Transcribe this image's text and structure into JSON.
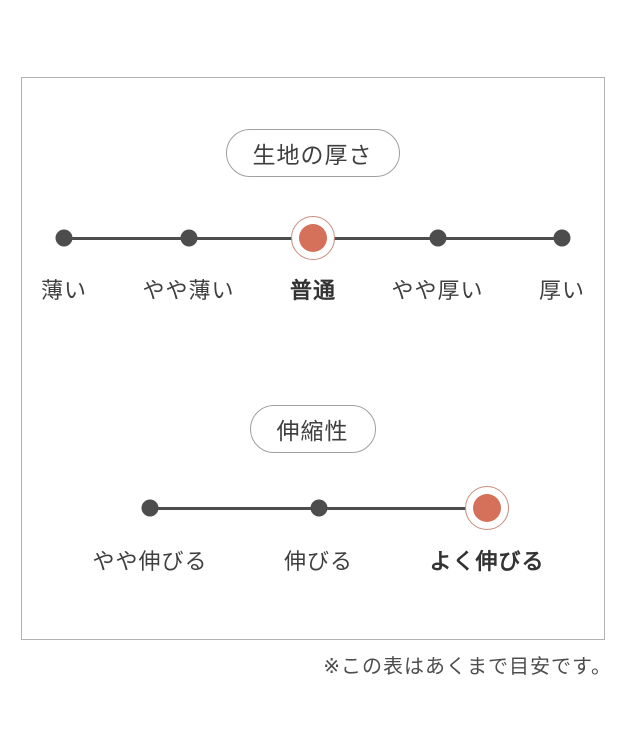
{
  "colors": {
    "accent": "#d5705a",
    "ring": "#c98d7e",
    "line": "#4d4d4d"
  },
  "scales": [
    {
      "title": "生地の厚さ",
      "labels": [
        "薄い",
        "やや薄い",
        "普通",
        "やや厚い",
        "厚い"
      ],
      "selected_index": 2,
      "selected_label": "普通"
    },
    {
      "title": "伸縮性",
      "labels": [
        "やや伸びる",
        "伸びる",
        "よく伸びる"
      ],
      "selected_index": 2,
      "selected_label": "よく伸びる"
    }
  ],
  "footnote": "※この表はあくまで目安です。"
}
